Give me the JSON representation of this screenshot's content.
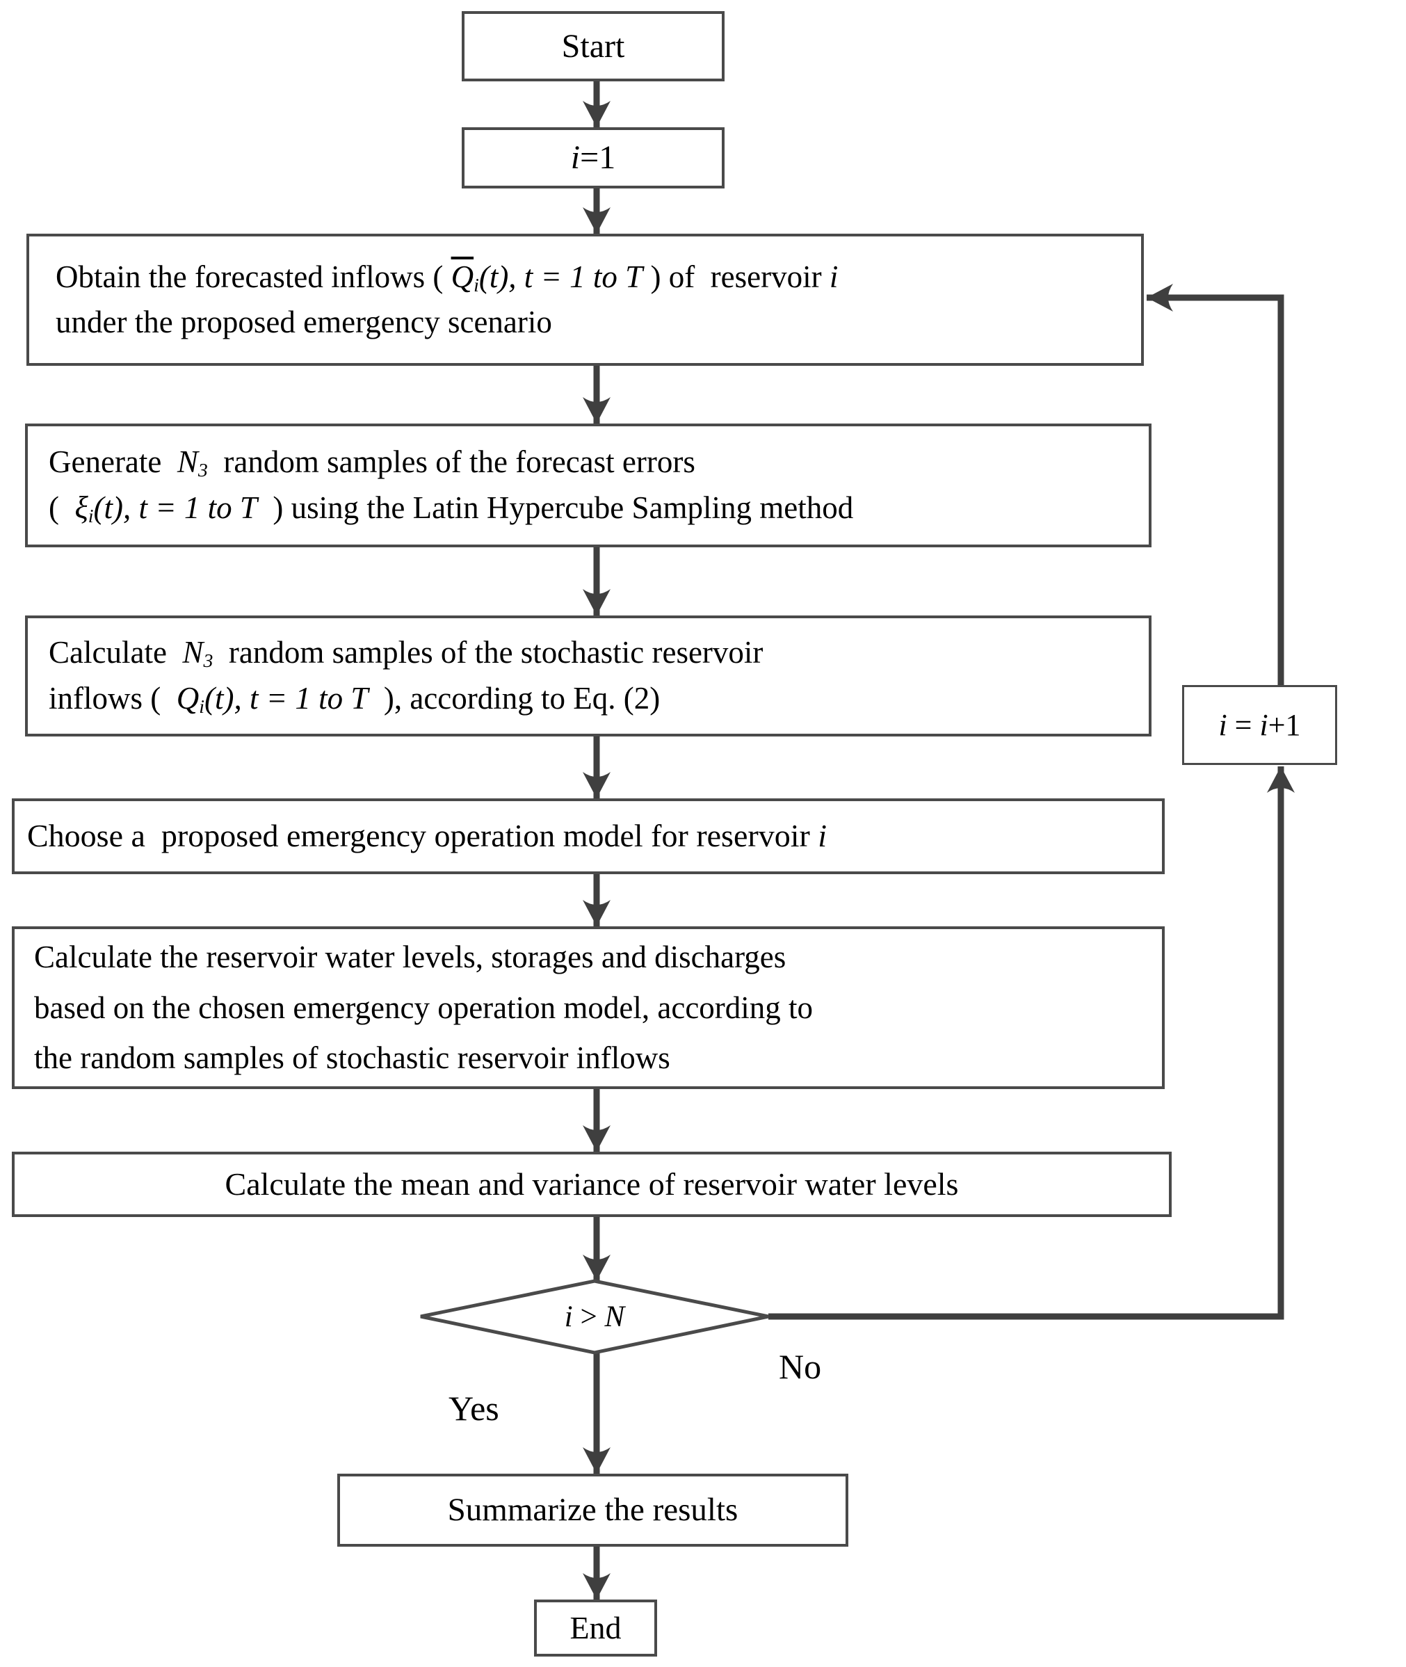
{
  "colors": {
    "line": "#3f3f3f",
    "border": "#4a4a4a",
    "text": "#000000",
    "canvas": "#ffffff"
  },
  "labels": {
    "yes": "Yes",
    "no": "No"
  },
  "nodes": {
    "start": {
      "lines": [
        [
          {
            "t": "Start"
          }
        ]
      ]
    },
    "init": {
      "lines": [
        [
          {
            "t": "i",
            "s": "m"
          },
          {
            "t": "=1"
          }
        ]
      ]
    },
    "obtain": {
      "lines": [
        [
          {
            "t": "Obtain the forecasted inflows ( "
          },
          {
            "t": "Q",
            "s": "ob"
          },
          {
            "t": "i",
            "s": "sub"
          },
          {
            "t": "(t), t = 1 to T",
            "s": "m"
          },
          {
            "t": " ) of  reservoir "
          },
          {
            "t": "i",
            "s": "m"
          }
        ],
        [
          {
            "t": "under the proposed emergency scenario"
          }
        ]
      ]
    },
    "generate": {
      "lines": [
        [
          {
            "t": "Generate  "
          },
          {
            "t": "N",
            "s": "m"
          },
          {
            "t": "3",
            "s": "sub"
          },
          {
            "t": "  random samples of the forecast errors"
          }
        ],
        [
          {
            "t": "(  "
          },
          {
            "t": "ξ",
            "s": "m"
          },
          {
            "t": "i",
            "s": "sub"
          },
          {
            "t": "(t), t = 1 to T",
            "s": "m"
          },
          {
            "t": "  ) using the Latin Hypercube Sampling method"
          }
        ]
      ]
    },
    "calc_samples": {
      "lines": [
        [
          {
            "t": "Calculate  "
          },
          {
            "t": "N",
            "s": "m"
          },
          {
            "t": "3",
            "s": "sub"
          },
          {
            "t": "  random samples of the stochastic reservoir"
          }
        ],
        [
          {
            "t": "inflows (  "
          },
          {
            "t": "Q",
            "s": "m"
          },
          {
            "t": "i",
            "s": "sub"
          },
          {
            "t": "(t), t = 1 to T",
            "s": "m"
          },
          {
            "t": "  ), according to Eq. (2)"
          }
        ]
      ]
    },
    "choose": {
      "lines": [
        [
          {
            "t": "Choose a  proposed emergency operation model for reservoir "
          },
          {
            "t": "i",
            "s": "m"
          }
        ]
      ]
    },
    "calc_levels": {
      "lines": [
        [
          {
            "t": "Calculate the reservoir water levels, storages and discharges"
          }
        ],
        [
          {
            "t": "based on the chosen emergency operation model, according to"
          }
        ],
        [
          {
            "t": "the random samples of stochastic reservoir inflows"
          }
        ]
      ]
    },
    "mean_var": {
      "lines": [
        [
          {
            "t": "Calculate the mean and variance of reservoir water levels"
          }
        ]
      ]
    },
    "decision": {
      "lines": [
        [
          {
            "t": "i",
            "s": "m"
          },
          {
            "t": " > "
          },
          {
            "t": "N",
            "s": "m"
          }
        ]
      ]
    },
    "increment": {
      "lines": [
        [
          {
            "t": "i",
            "s": "m"
          },
          {
            "t": " = "
          },
          {
            "t": "i",
            "s": "m"
          },
          {
            "t": "+1"
          }
        ]
      ]
    },
    "summarize": {
      "lines": [
        [
          {
            "t": "Summarize the results"
          }
        ]
      ]
    },
    "end": {
      "lines": [
        [
          {
            "t": "End"
          }
        ]
      ]
    }
  }
}
